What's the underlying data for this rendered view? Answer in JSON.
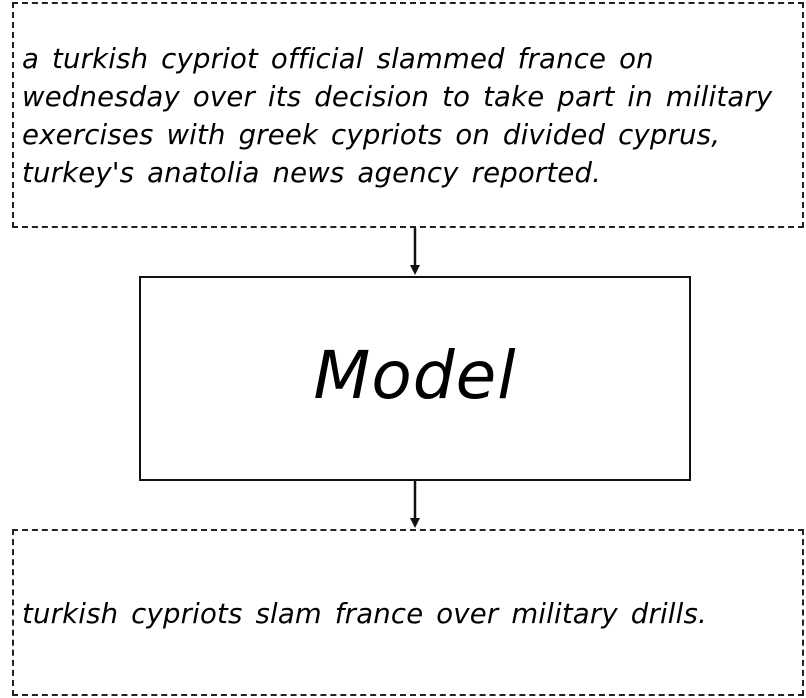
{
  "input": {
    "text": "a turkish cypriot official slammed france on wednesday over its decision to take part in military exercises with greek cypriots on divided cyprus,  turkey's anatolia news agency reported."
  },
  "model": {
    "label": "Model"
  },
  "output": {
    "text": "turkish cypriots slam france over military drills."
  }
}
